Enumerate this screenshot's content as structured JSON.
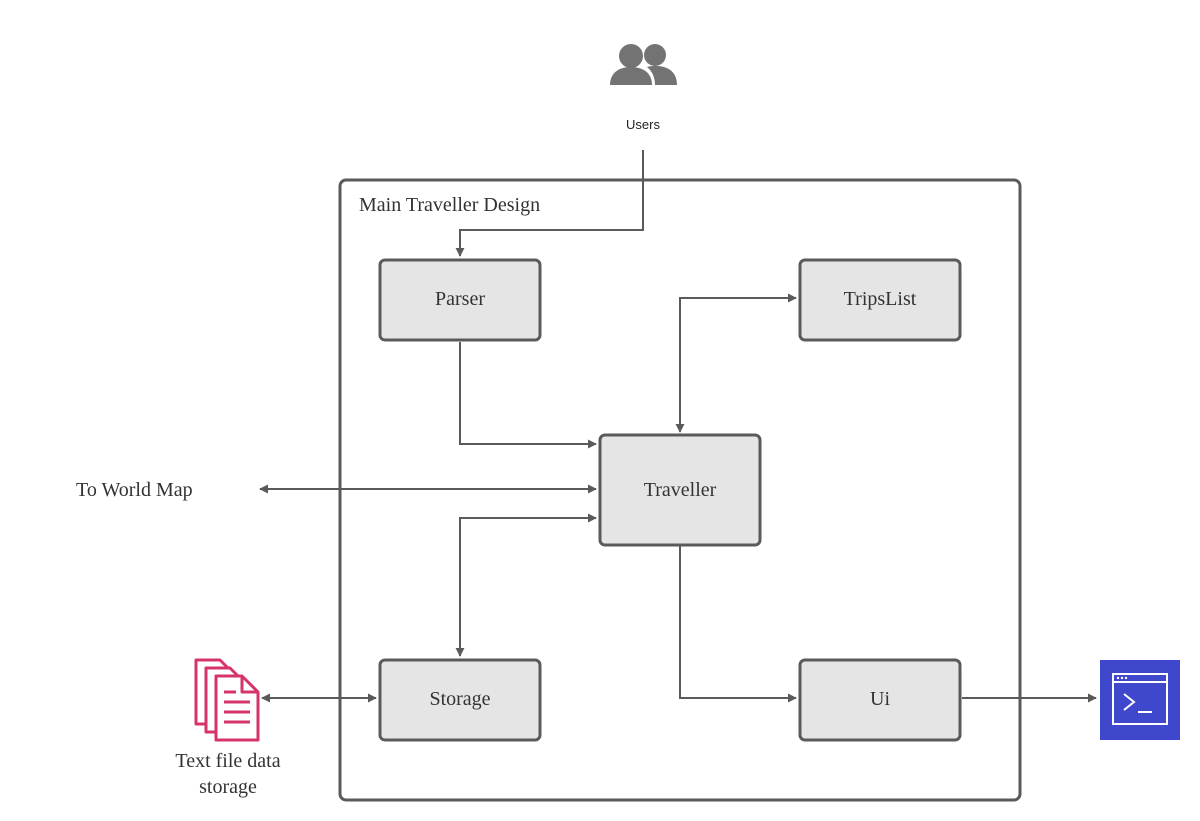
{
  "diagram": {
    "container_title": "Main Traveller Design",
    "users_label": "Users",
    "external_label": "To World Map",
    "storage_file_label_line1": "Text file data",
    "storage_file_label_line2": "storage",
    "nodes": {
      "parser": "Parser",
      "tripslist": "TripsList",
      "traveller": "Traveller",
      "storage": "Storage",
      "ui": "Ui"
    },
    "colors": {
      "box_fill": "#e5e5e5",
      "stroke": "#5a5a5a",
      "users_icon": "#737373",
      "file_icon": "#d6336c",
      "terminal_bg": "#3f48cc"
    },
    "icons": {
      "users": "users-icon",
      "file": "document-stack-icon",
      "terminal": "terminal-icon"
    }
  }
}
